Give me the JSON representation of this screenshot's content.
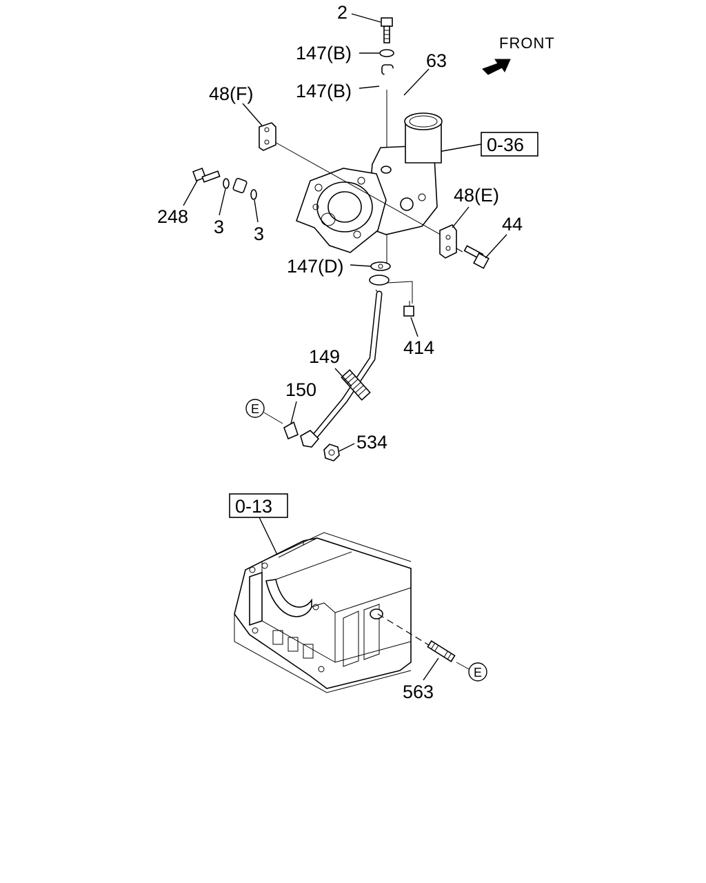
{
  "direction": {
    "label": "FRONT"
  },
  "ref_boxes": {
    "turbo": "0-36",
    "block": "0-13"
  },
  "callouts": {
    "p2": "2",
    "p147b_top": "147(B)",
    "p147b_mid": "147(B)",
    "p63": "63",
    "p48f": "48(F)",
    "p248": "248",
    "p3a": "3",
    "p3b": "3",
    "p48e": "48(E)",
    "p44": "44",
    "p147d": "147(D)",
    "p414": "414",
    "p149": "149",
    "p150": "150",
    "p534": "534",
    "p563": "563"
  },
  "circle_refs": {
    "e_left": "E",
    "e_right": "E"
  }
}
